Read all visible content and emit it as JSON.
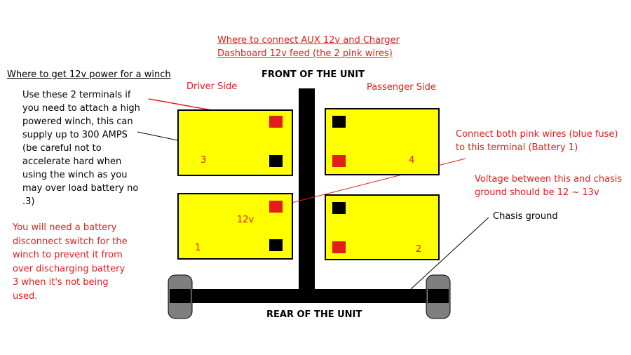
{
  "top_red_title_1": "Where to connect AUX 12v and Charger",
  "top_red_title_2": "Dashboard 12v feed (the 2 pink wires)",
  "winch_heading": "Where to get 12v power for a winch",
  "front_label": "FRONT OF THE UNIT",
  "rear_label": "REAR OF THE UNIT",
  "driver_side": "Driver Side",
  "passenger_side": "Passenger Side",
  "winch_note_lines": [
    "Use these 2 terminals if",
    "you need to attach a high",
    "powered winch, this can",
    "supply up to 300 AMPS",
    "(be careful not to",
    "accelerate hard when",
    "using the winch as you",
    "may over load battery no",
    ".3)"
  ],
  "disconnect_note_lines": [
    "You will need a battery",
    "disconnect switch for the",
    "winch to prevent it from",
    "over discharging battery",
    "3 when it's not being",
    "used."
  ],
  "pink_wires_note_lines": [
    "Connect both pink wires (blue fuse)",
    "to this terminal (Battery 1)"
  ],
  "voltage_note_lines": [
    "Voltage between this and chasis",
    "ground should be  12 ~ 13v"
  ],
  "chasis_ground": "Chasis ground",
  "battery_labels": {
    "b3": "3",
    "b4": "4",
    "b1": "1",
    "b2": "2",
    "v12": "12v"
  },
  "colors": {
    "battery": "#ffff00",
    "red": "#e31c1c",
    "tire": "#7f7f7f"
  }
}
